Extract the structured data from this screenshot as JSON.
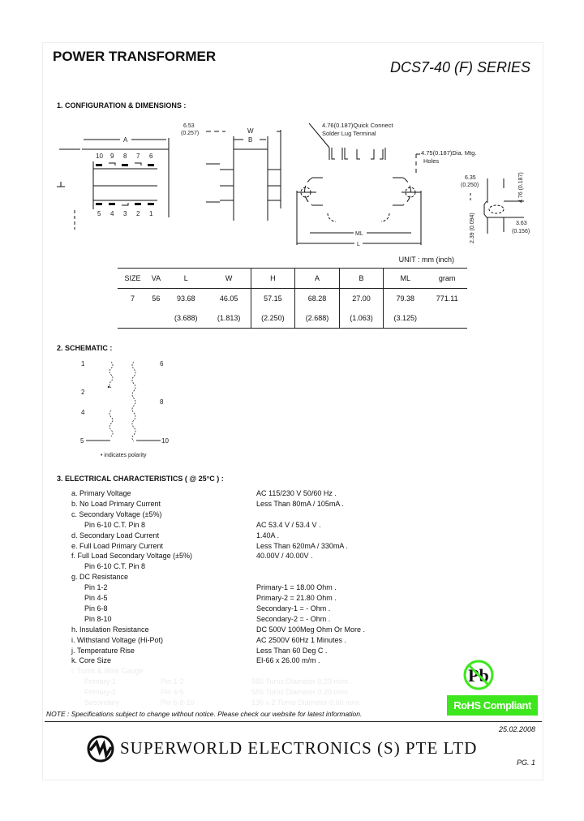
{
  "header": {
    "title": "POWER TRANSFORMER",
    "series": "DCS7-40 (F) SERIES"
  },
  "section1": {
    "heading": "1. CONFIGURATION & DIMENSIONS :",
    "front_view": {
      "dim_a": "A",
      "top_pins": [
        "10",
        "9",
        "8",
        "7",
        "6"
      ],
      "bottom_pins": [
        "5",
        "4",
        "3",
        "2",
        "1"
      ]
    },
    "side_view": {
      "offset_mm": "6.53",
      "offset_in": "(0.257)",
      "dim_w": "W",
      "dim_b": "B"
    },
    "top_view": {
      "terminal_note_1": "4.76(0.187)Quick Connect",
      "terminal_note_2": "Solder Lug Terminal",
      "hole_note_1": "4.75(0.187)Dia. Mtg.",
      "hole_note_2": "Holes",
      "dim_ml": "ML",
      "dim_l": "L"
    },
    "lug_detail": {
      "d1_mm": "6.35",
      "d1_in": "(0.250)",
      "d2": "4.76 (0.187)",
      "d3": "2.39 (0.094)",
      "d4_mm": "3.63",
      "d4_in": "(0.156)"
    },
    "unit": "UNIT : mm (inch)",
    "table": {
      "headers": [
        "SIZE",
        "VA",
        "L",
        "W",
        "H",
        "A",
        "B",
        "ML",
        "gram"
      ],
      "mm": [
        "7",
        "56",
        "93.68",
        "46.05",
        "57.15",
        "68.28",
        "27.00",
        "79.38",
        "771.11"
      ],
      "inch": [
        "",
        "",
        "(3.688)",
        "(1.813)",
        "(2.250)",
        "(2.688)",
        "(1.063)",
        "(3.125)",
        ""
      ]
    }
  },
  "section2": {
    "heading": "2. SCHEMATIC :",
    "pins": {
      "p1": "1",
      "p2": "2",
      "p4": "4",
      "p5": "5",
      "p6": "6",
      "p8": "8",
      "p10": "10"
    },
    "legend": "• indicates polarity"
  },
  "section3": {
    "heading": "3. ELECTRICAL CHARACTERISTICS ( @ 25°C ) :",
    "rows": [
      {
        "label": "a. Primary  Voltage",
        "value": "AC  115/230  V  50/60  Hz ."
      },
      {
        "label": "b. No Load Primary Current",
        "value": "Less  Than  80mA / 105mA ."
      },
      {
        "label": "c. Secondary  Voltage  (±5%)",
        "value": ""
      },
      {
        "label": "Pin  6-10  C.T.  Pin  8",
        "value": "AC  53.4  V  /  53.4  V .",
        "indent": true
      },
      {
        "label": "d. Secondary  Load  Current",
        "value": "1.40A ."
      },
      {
        "label": "e. Full  Load  Primary  Current",
        "value": "Less  Than  620mA / 330mA ."
      },
      {
        "label": "f. Full  Load  Secondary  Voltage (±5%)",
        "value": "40.00V / 40.00V ."
      },
      {
        "label": "Pin  6-10  C.T.  Pin  8",
        "value": "",
        "indent": true
      },
      {
        "label": "g. DC  Resistance",
        "value": ""
      },
      {
        "label": "Pin  1-2",
        "value": "Primary-1 =  18.00 Ohm .",
        "indent": true
      },
      {
        "label": "Pin  4-5",
        "value": "Primary-2 =  21.80 Ohm .",
        "indent": true
      },
      {
        "label": "Pin  6-8",
        "value": "Secondary-1 =  -  Ohm .",
        "indent": true
      },
      {
        "label": "Pin  8-10",
        "value": "Secondary-2 =  -  Ohm .",
        "indent": true
      },
      {
        "label": "h. Insulation  Resistance",
        "value": "DC  500V  100Meg Ohm Or More ."
      },
      {
        "label": "i. Withstand  Voltage  (Hi-Pot)",
        "value": "AC  2500V  60Hz 1 Minutes ."
      },
      {
        "label": "j. Temperature  Rise",
        "value": "Less  Than  60 Deg C ."
      },
      {
        "label": "k. Core  Size",
        "value": "EI-66 x 26.00 m/m ."
      }
    ],
    "faint_rows": [
      {
        "label": "l. Turns  &  Wire  Gauge",
        "pins": "",
        "value": ""
      },
      {
        "label": "Primary-1",
        "pins": "Pin 1-2",
        "value": "585     Turns Diameter    0.29 m/m ."
      },
      {
        "label": "Primary-2",
        "pins": "Pin 4-5",
        "value": "585     Turns Diameter    0.29 m/m ."
      },
      {
        "label": "Secondary",
        "pins": "Pin 6-8-10",
        "value": "136 x 2   Turns Diameter    0.60 m/m ."
      }
    ]
  },
  "rohs": {
    "pb_symbol": "Pb",
    "label": "RoHS Compliant",
    "color": "#3ee61e"
  },
  "footer": {
    "note": "NOTE : Specifications subject to change without notice. Please check our website for latest information.",
    "date": "25.02.2008",
    "company": "SUPERWORLD  ELECTRONICS  (S)  PTE  LTD",
    "page": "PG. 1"
  }
}
